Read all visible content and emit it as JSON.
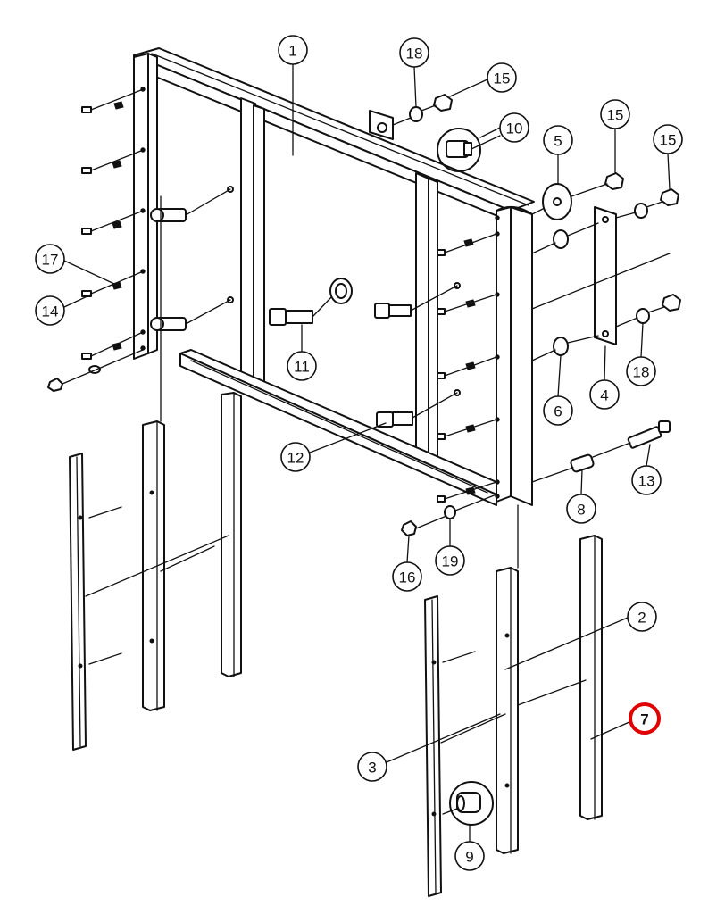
{
  "diagram": {
    "callouts": [
      {
        "id": "c1",
        "label": "1"
      },
      {
        "id": "c2",
        "label": "2"
      },
      {
        "id": "c3",
        "label": "3"
      },
      {
        "id": "c4",
        "label": "4"
      },
      {
        "id": "c5",
        "label": "5"
      },
      {
        "id": "c6",
        "label": "6"
      },
      {
        "id": "c7",
        "label": "7",
        "highlight": "#e00000"
      },
      {
        "id": "c8",
        "label": "8"
      },
      {
        "id": "c9",
        "label": "9"
      },
      {
        "id": "c10",
        "label": "10"
      },
      {
        "id": "c11",
        "label": "11"
      },
      {
        "id": "c12",
        "label": "12"
      },
      {
        "id": "c13",
        "label": "13"
      },
      {
        "id": "c14",
        "label": "14"
      },
      {
        "id": "c15a",
        "label": "15"
      },
      {
        "id": "c15b",
        "label": "15"
      },
      {
        "id": "c15c",
        "label": "15"
      },
      {
        "id": "c16",
        "label": "16"
      },
      {
        "id": "c17",
        "label": "17"
      },
      {
        "id": "c18a",
        "label": "18"
      },
      {
        "id": "c18b",
        "label": "18"
      },
      {
        "id": "c19",
        "label": "19"
      }
    ],
    "colors": {
      "line": "#111111",
      "highlight": "#e00000",
      "background": "#ffffff"
    }
  }
}
